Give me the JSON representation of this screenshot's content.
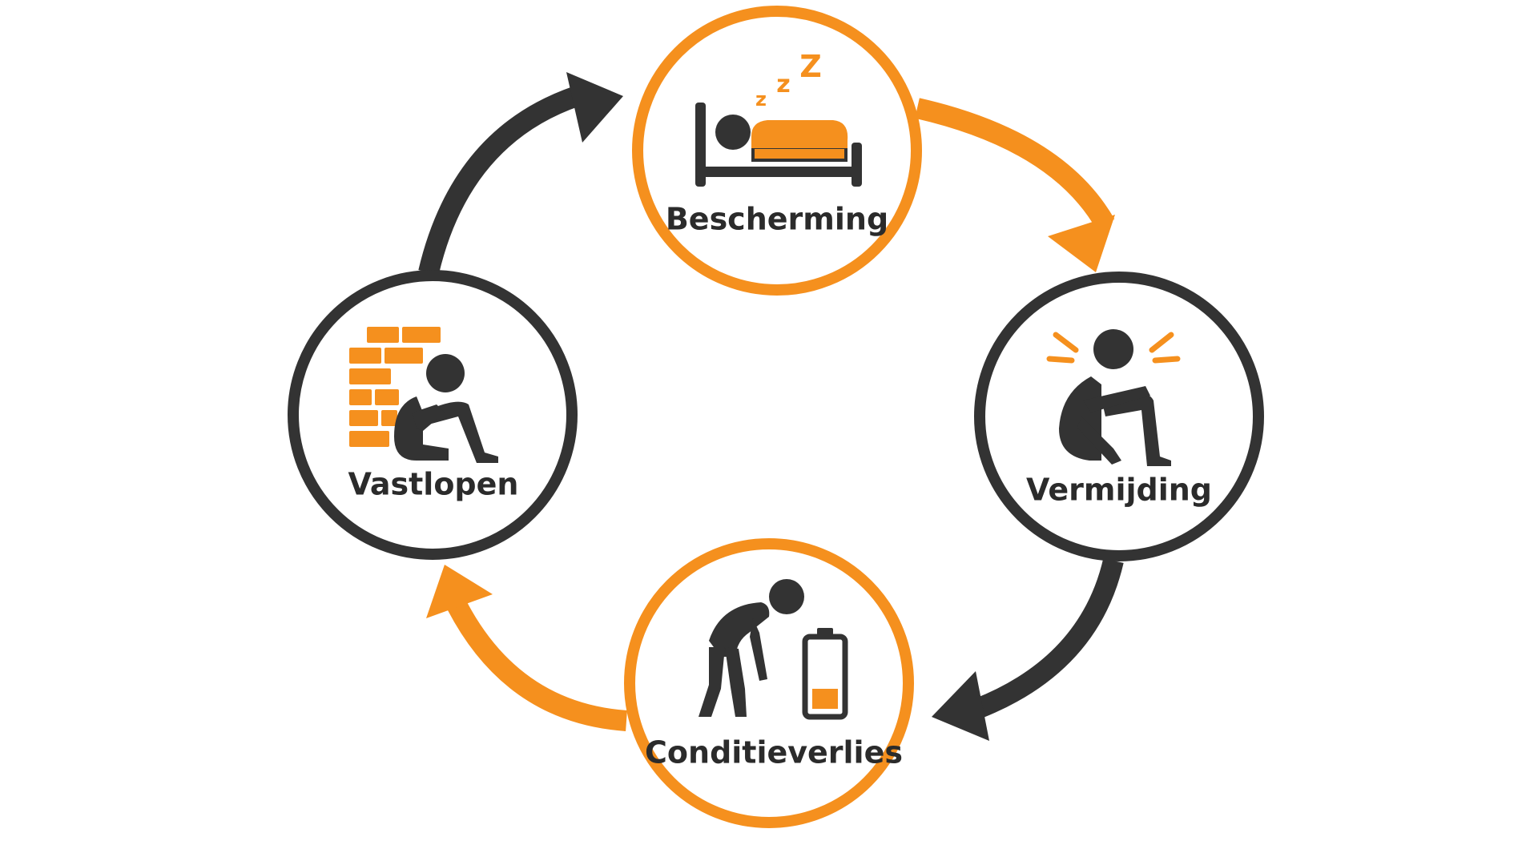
{
  "colors": {
    "orange": "#f5901e",
    "dark": "#333333",
    "background": "#ffffff"
  },
  "cycle": {
    "nodes": [
      {
        "id": "bescherming",
        "label": "Bescherming",
        "icon": "sleeping-in-bed-icon",
        "ring_color": "orange"
      },
      {
        "id": "vermijding",
        "label": "Vermijding",
        "icon": "anxious-crouching-person-icon",
        "ring_color": "dark"
      },
      {
        "id": "conditieverlies",
        "label": "Conditieverlies",
        "icon": "exhausted-person-low-battery-icon",
        "ring_color": "orange"
      },
      {
        "id": "vastlopen",
        "label": "Vastlopen",
        "icon": "person-against-brick-wall-icon",
        "ring_color": "dark"
      }
    ],
    "arrows": [
      {
        "from": "bescherming",
        "to": "vermijding",
        "color": "orange"
      },
      {
        "from": "vermijding",
        "to": "conditieverlies",
        "color": "dark"
      },
      {
        "from": "conditieverlies",
        "to": "vastlopen",
        "color": "orange"
      },
      {
        "from": "vastlopen",
        "to": "bescherming",
        "color": "dark"
      }
    ],
    "sleep_glyphs": [
      "z",
      "z",
      "Z"
    ]
  }
}
